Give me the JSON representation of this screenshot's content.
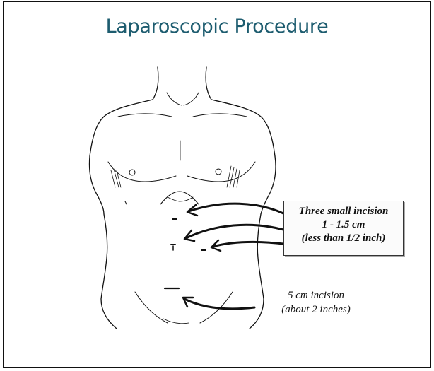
{
  "title": "Laparoscopic Procedure",
  "callout": {
    "line1": "Three small incision",
    "line2": "1 - 1.5 cm",
    "line3": "(less than 1/2 inch)"
  },
  "note": {
    "line1": "5 cm incision",
    "line2": "(about 2 inches)"
  },
  "colors": {
    "title": "#1d5c6f",
    "ink": "#111111"
  }
}
